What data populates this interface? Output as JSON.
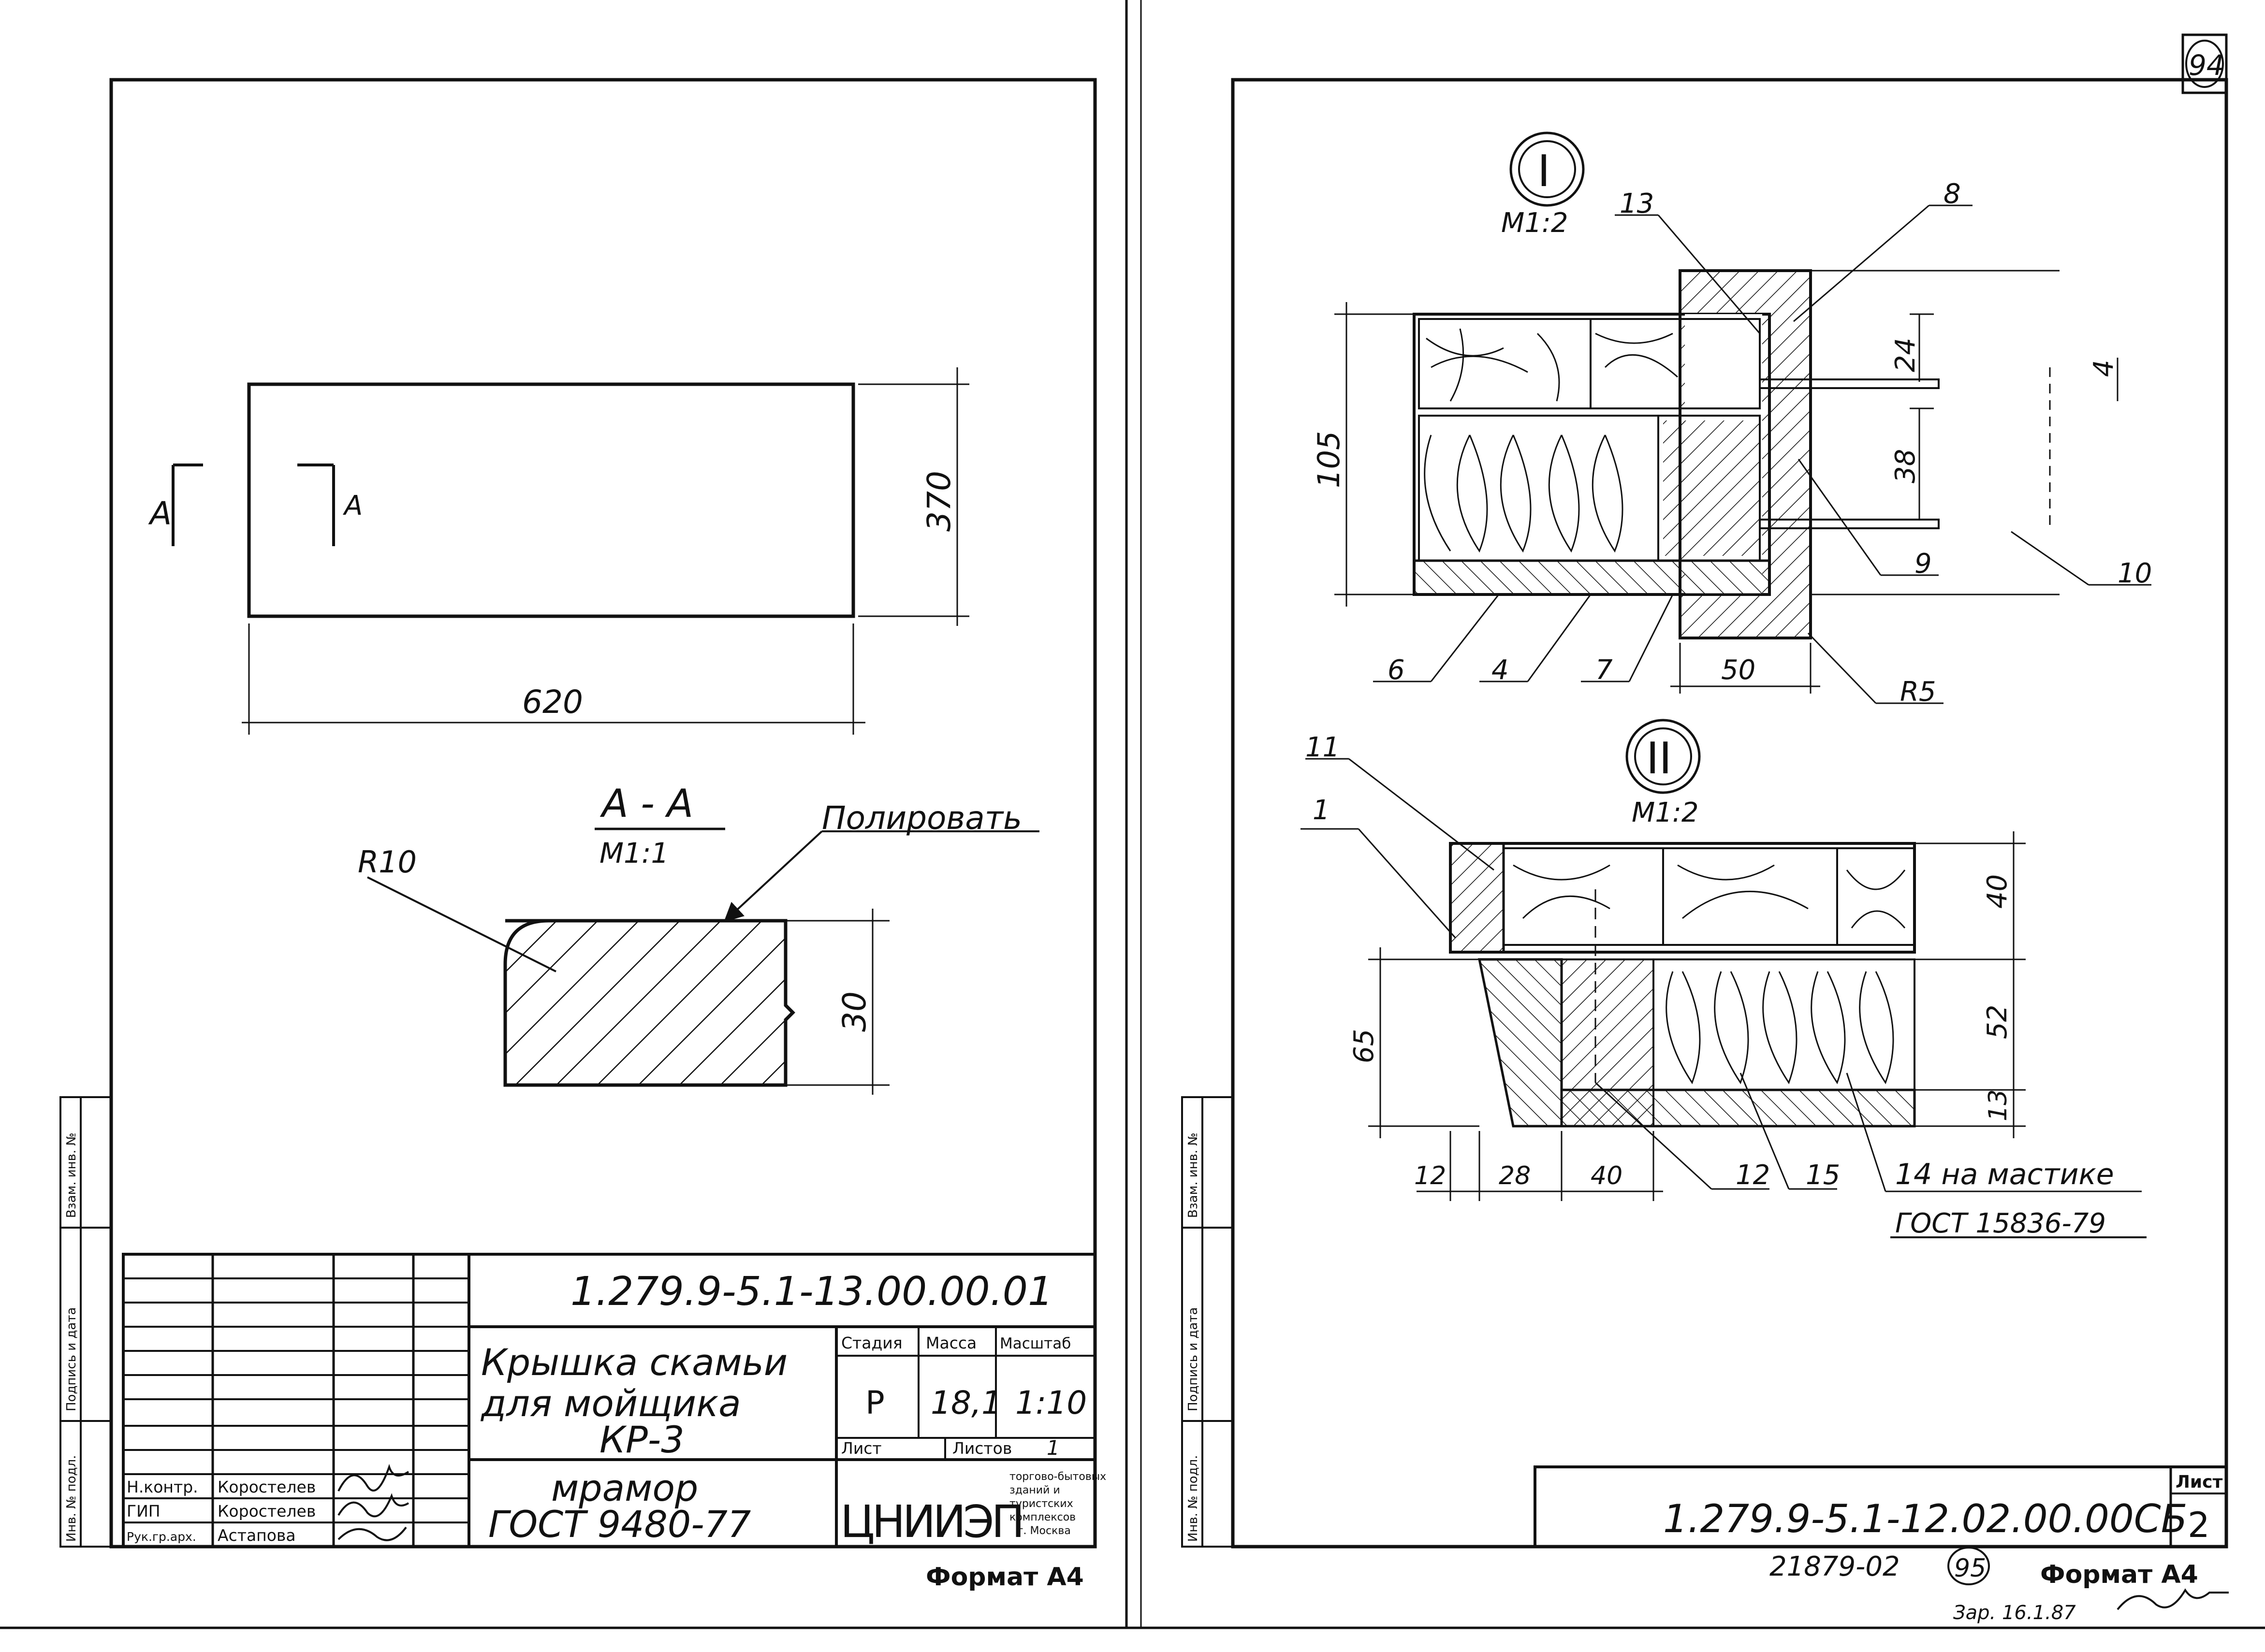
{
  "page_number": "94",
  "left_sheet": {
    "plan": {
      "section_marker": "А",
      "dim_width": "620",
      "dim_height": "370"
    },
    "section": {
      "title": "А - А",
      "scale": "М1:1",
      "radius": "R10",
      "note": "Полировать",
      "dim_thickness": "30"
    },
    "side_stamp": [
      "Взам. инв. №",
      "Подпись и дата",
      "Инв. № подл."
    ],
    "title_block": {
      "code": "1.279.9-5.1-13.00.00.01",
      "name_lines": [
        "Крышка скамьи",
        "для мойщика",
        "КР-3"
      ],
      "material_lines": [
        "мрамор",
        "ГОСТ 9480-77"
      ],
      "headers": {
        "stage": "Стадия",
        "mass": "Масса",
        "scale": "Масштаб",
        "sheet": "Лист",
        "sheets": "Листов"
      },
      "values": {
        "stage": "Р",
        "mass": "18,1",
        "scale": "1:10",
        "sheets": "1"
      },
      "people": [
        {
          "role": "Н.контр.",
          "name": "Коростелев"
        },
        {
          "role": "ГИП",
          "name": "Коростелев"
        },
        {
          "role": "Рук.гр.арх.",
          "name": "Астапова"
        }
      ],
      "org_logo": "ЦНИИЭП",
      "org_text": [
        "торгово-бытовых",
        "зданий и",
        "туристских",
        "комплексов",
        "г. Москва"
      ]
    },
    "format": "Формат А4"
  },
  "right_sheet": {
    "detail1": {
      "marker": "I",
      "scale": "М1:2",
      "callouts": [
        "13",
        "8",
        "9",
        "10",
        "6",
        "4",
        "7",
        "R5"
      ],
      "dims": {
        "total": "105",
        "top": "24",
        "mid": "38",
        "gap": "4",
        "width": "50"
      }
    },
    "detail2": {
      "marker": "II",
      "scale": "М1:2",
      "callouts": [
        "11",
        "1",
        "12",
        "15"
      ],
      "dims": {
        "total": "65",
        "top": "40",
        "mid": "52",
        "bottom": "13",
        "w1": "12",
        "w2": "28",
        "w3": "40"
      },
      "note": "14 на мастике",
      "note_std": "ГОСТ 15836-79"
    },
    "side_stamp": [
      "Взам. инв. №",
      "Подпись и дата",
      "Инв. № подл."
    ],
    "title_block": {
      "code": "1.279.9-5.1-12.02.00.00СБ",
      "sheet_label": "Лист",
      "sheet_no": "2"
    },
    "archive_no": "21879-02",
    "next_page": "95",
    "format": "Формат А4",
    "signature_note": "Зар. 16.1.87"
  }
}
